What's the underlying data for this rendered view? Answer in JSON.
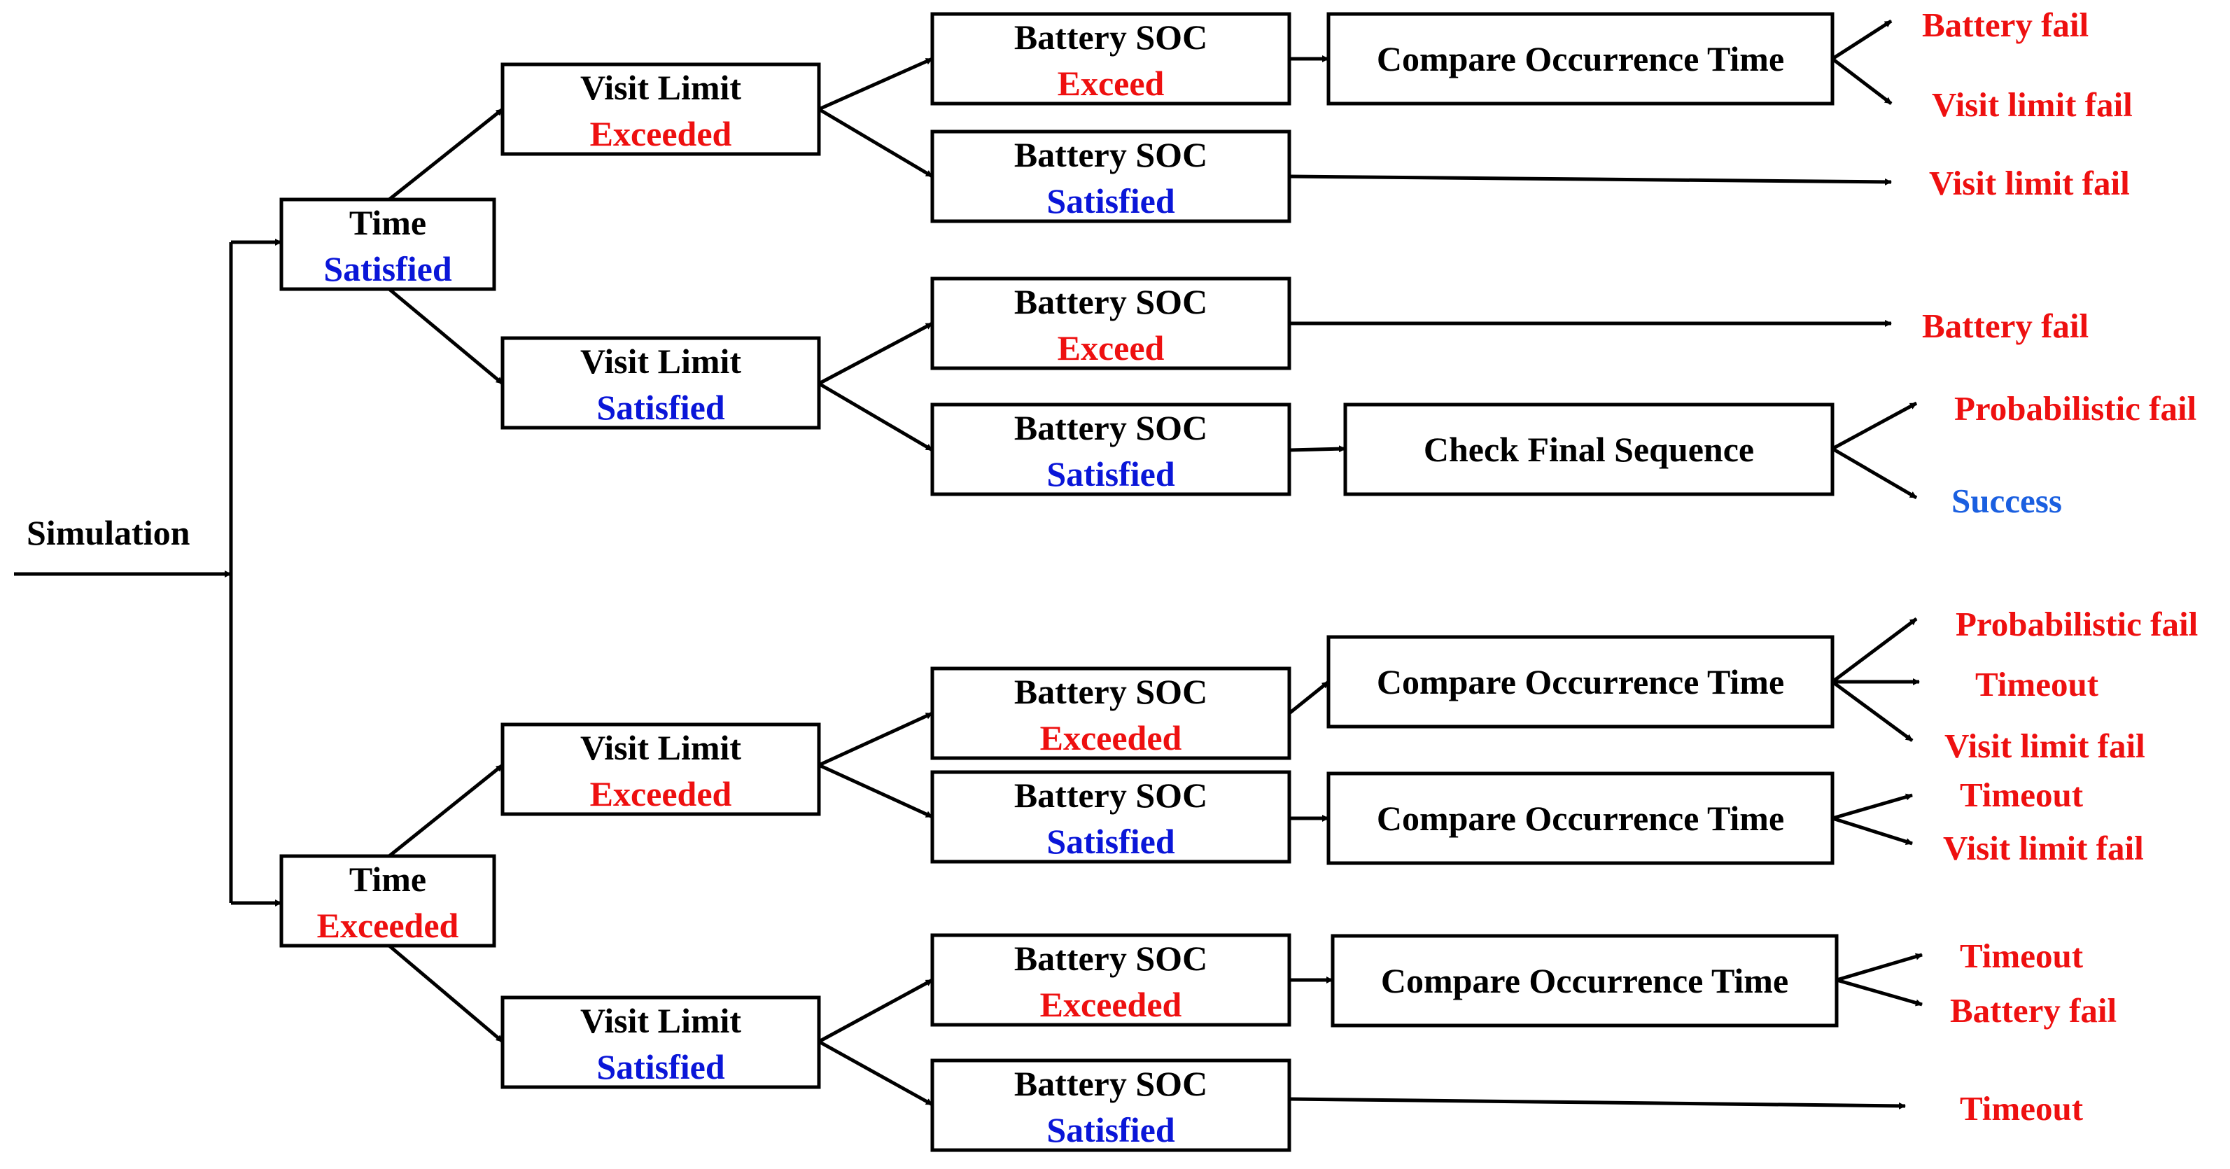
{
  "colors": {
    "satisfied": "#0a16d8",
    "exceeded": "#ee1010",
    "fail": "#ee1010",
    "success": "#1a5fe0",
    "line": "#000000"
  },
  "root": {
    "label": "Simulation"
  },
  "nodes": [
    {
      "id": "time-1",
      "title": "Time",
      "status": "Satisfied",
      "state": "satisfied"
    },
    {
      "id": "time-2",
      "title": "Time",
      "status": "Exceeded",
      "state": "exceeded"
    },
    {
      "id": "visit-1",
      "title": "Visit Limit",
      "status": "Exceeded",
      "state": "exceeded"
    },
    {
      "id": "visit-2",
      "title": "Visit Limit",
      "status": "Satisfied",
      "state": "satisfied"
    },
    {
      "id": "visit-3",
      "title": "Visit Limit",
      "status": "Exceeded",
      "state": "exceeded"
    },
    {
      "id": "visit-4",
      "title": "Visit Limit",
      "status": "Satisfied",
      "state": "satisfied"
    },
    {
      "id": "battery-1",
      "title": "Battery SOC",
      "status": "Exceed",
      "state": "exceeded"
    },
    {
      "id": "battery-2",
      "title": "Battery SOC",
      "status": "Satisfied",
      "state": "satisfied"
    },
    {
      "id": "battery-3",
      "title": "Battery SOC",
      "status": "Exceed",
      "state": "exceeded"
    },
    {
      "id": "battery-4",
      "title": "Battery SOC",
      "status": "Satisfied",
      "state": "satisfied"
    },
    {
      "id": "battery-5",
      "title": "Battery SOC",
      "status": "Exceeded",
      "state": "exceeded"
    },
    {
      "id": "battery-6",
      "title": "Battery SOC",
      "status": "Satisfied",
      "state": "satisfied"
    },
    {
      "id": "battery-7",
      "title": "Battery SOC",
      "status": "Exceeded",
      "state": "exceeded"
    },
    {
      "id": "battery-8",
      "title": "Battery SOC",
      "status": "Satisfied",
      "state": "satisfied"
    },
    {
      "id": "check-1",
      "title": "Compare Occurrence Time"
    },
    {
      "id": "check-2",
      "title": "Check Final Sequence"
    },
    {
      "id": "check-3",
      "title": "Compare Occurrence Time"
    },
    {
      "id": "check-4",
      "title": "Compare Occurrence Time"
    },
    {
      "id": "check-5",
      "title": "Compare Occurrence Time"
    }
  ],
  "outcomes": [
    {
      "id": "out-1",
      "label": "Battery fail",
      "state": "fail"
    },
    {
      "id": "out-2",
      "label": "Visit limit fail",
      "state": "fail"
    },
    {
      "id": "out-3",
      "label": "Visit limit fail",
      "state": "fail"
    },
    {
      "id": "out-4",
      "label": "Battery fail",
      "state": "fail"
    },
    {
      "id": "out-5",
      "label": "Probabilistic fail",
      "state": "fail"
    },
    {
      "id": "out-6",
      "label": "Success",
      "state": "success"
    },
    {
      "id": "out-7",
      "label": "Probabilistic fail",
      "state": "fail"
    },
    {
      "id": "out-8",
      "label": "Timeout",
      "state": "fail"
    },
    {
      "id": "out-9",
      "label": "Visit limit fail",
      "state": "fail"
    },
    {
      "id": "out-10",
      "label": "Timeout",
      "state": "fail"
    },
    {
      "id": "out-11",
      "label": "Visit limit fail",
      "state": "fail"
    },
    {
      "id": "out-12",
      "label": "Timeout",
      "state": "fail"
    },
    {
      "id": "out-13",
      "label": "Battery fail",
      "state": "fail"
    },
    {
      "id": "out-14",
      "label": "Timeout",
      "state": "fail"
    }
  ]
}
